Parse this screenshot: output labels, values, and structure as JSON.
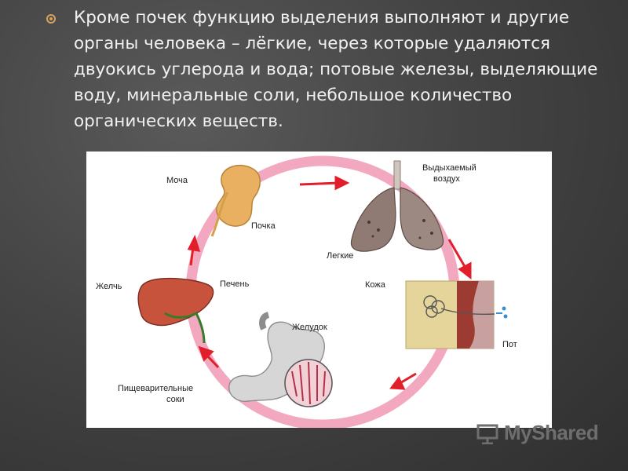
{
  "slide": {
    "bullet_icon": "circle-bullet-icon",
    "text": "Кроме почек функцию выделения выполняют и другие органы человека – лёгкие, через которые удаляются двуокись углерода и вода; потовые железы, выделяющие воду, минеральные соли, небольшое количество органических веществ."
  },
  "diagram": {
    "labels": {
      "urine": "Моча",
      "kidney": "Почка",
      "exhaled_line1": "Выдыхаемый",
      "exhaled_line2": "воздух",
      "lungs": "Легкие",
      "skin": "Кожа",
      "sweat": "Пот",
      "stomach": "Желудок",
      "digestive_line1": "Пищеварительные",
      "digestive_line2": "соки",
      "liver": "Печень",
      "bile": "Желчь"
    },
    "colors": {
      "ring": "#f2a9bf",
      "arrow": "#e21e2b",
      "kidney": "#e8b060",
      "liver": "#c8533d",
      "lungs": "#8f7b73",
      "skin": "#e6d59a",
      "stomach": "#d6d6d6"
    }
  },
  "watermark": {
    "text": "MyShared",
    "icon": "presentation-board-icon"
  }
}
